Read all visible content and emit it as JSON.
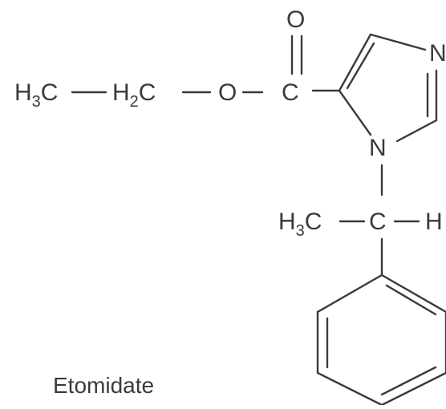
{
  "molecule": {
    "name": "Etomidate",
    "atoms": {
      "ethyl_ch3_main": "H",
      "ethyl_ch3_sub": "3",
      "ethyl_ch3_tail": "C",
      "ethyl_ch2_main": "H",
      "ethyl_ch2_sub": "2",
      "ethyl_ch2_tail": "C",
      "ester_o": "O",
      "carbonyl_o": "O",
      "carbonyl_c": "C",
      "ring_n1": "N",
      "ring_n3": "N",
      "methyl_main": "H",
      "methyl_sub": "3",
      "methyl_tail": "C",
      "chiral_c": "C",
      "chiral_h": "H"
    }
  }
}
